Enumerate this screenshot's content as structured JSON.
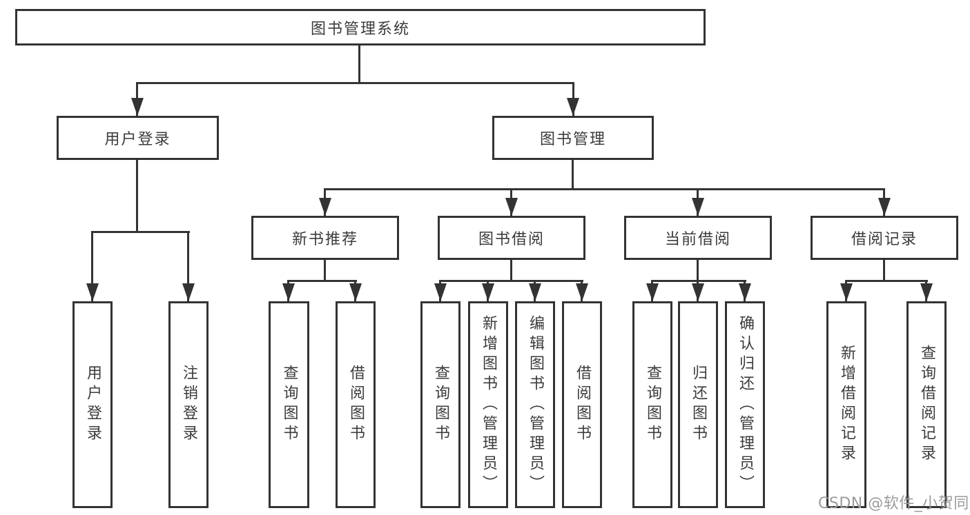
{
  "tree": {
    "label": "图书管理系统",
    "children": [
      {
        "label": "用户登录",
        "children": [
          {
            "label": "用户登录"
          },
          {
            "label": "注销登录"
          }
        ]
      },
      {
        "label": "图书管理",
        "children": [
          {
            "label": "新书推荐",
            "children": [
              {
                "label": "查询图书"
              },
              {
                "label": "借阅图书"
              }
            ]
          },
          {
            "label": "图书借阅",
            "children": [
              {
                "label": "查询图书"
              },
              {
                "label": "新增图书（管理员）"
              },
              {
                "label": "编辑图书（管理员）"
              },
              {
                "label": "借阅图书"
              }
            ]
          },
          {
            "label": "当前借阅",
            "children": [
              {
                "label": "查询图书"
              },
              {
                "label": "归还图书"
              },
              {
                "label": "确认归还（管理员）"
              }
            ]
          },
          {
            "label": "借阅记录",
            "children": [
              {
                "label": "新增借阅记录"
              },
              {
                "label": "查询借阅记录"
              }
            ]
          }
        ]
      }
    ]
  },
  "watermark": "CSDN @软件_小贺同学",
  "colors": {
    "line": "#333333",
    "node_border": "#333333",
    "node_text": "#3b3b3b",
    "watermark": "#9b9b9b",
    "background": "#ffffff"
  }
}
